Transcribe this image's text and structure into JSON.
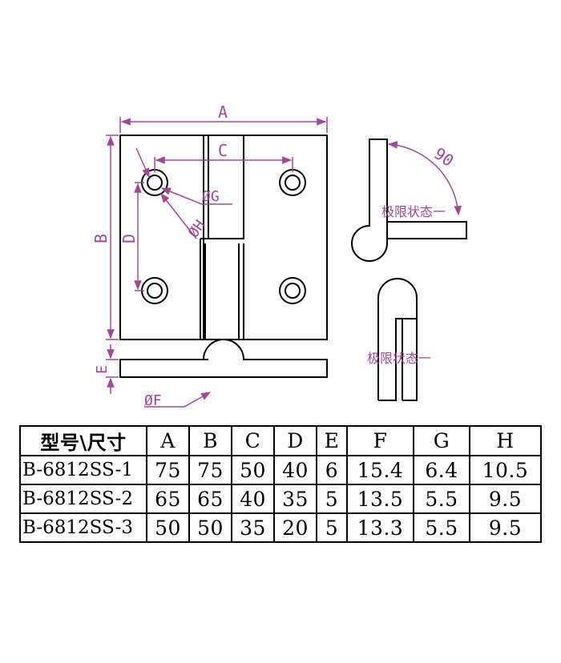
{
  "drawing": {
    "dimension_labels": {
      "A": "A",
      "B": "B",
      "C": "C",
      "D": "D",
      "E": "E",
      "G": "ØG",
      "H": "ØH",
      "F": "ØF",
      "angle": "90"
    },
    "notes": {
      "limit_state_top": "极限状态一",
      "limit_state_bottom": "极限状态一"
    },
    "colors": {
      "line": "#000000",
      "dimension": "#a0489a"
    }
  },
  "table": {
    "headers": [
      "型号\\尺寸",
      "A",
      "B",
      "C",
      "D",
      "E",
      "F",
      "G",
      "H"
    ],
    "rows": [
      [
        "B-6812SS-1",
        "75",
        "75",
        "50",
        "40",
        "6",
        "15.4",
        "6.4",
        "10.5"
      ],
      [
        "B-6812SS-2",
        "65",
        "65",
        "40",
        "35",
        "5",
        "13.5",
        "5.5",
        "9.5"
      ],
      [
        "B-6812SS-3",
        "50",
        "50",
        "35",
        "20",
        "5",
        "13.3",
        "5.5",
        "9.5"
      ]
    ]
  }
}
